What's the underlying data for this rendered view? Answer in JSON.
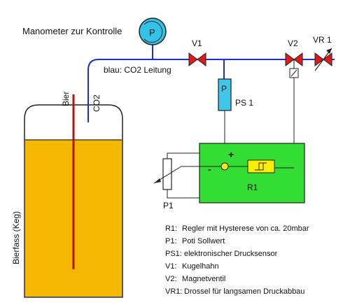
{
  "labels": {
    "manometer": "Manometer zur Kontrolle",
    "manometer_symbol": "P",
    "co2_line": "blau: CO2 Leitung",
    "co2": "CO2",
    "bier": "Bier",
    "keg": "Bierfass (Keg)",
    "v1": "V1",
    "v2": "V2",
    "vr1": "VR 1",
    "sensor_symbol": "P",
    "ps1": "PS 1",
    "plus": "+",
    "minus": "-",
    "r1": "R1",
    "p1": "P1"
  },
  "legend": [
    {
      "key": "R1:",
      "text": "Regler mit Hysterese von ca. 20mbar"
    },
    {
      "key": "P1:",
      "text": "Poti Sollwert"
    },
    {
      "key": "PS1:",
      "text": "elektronischer Drucksensor"
    },
    {
      "key": "V1:",
      "text": "Kugelhahn"
    },
    {
      "key": "V2:",
      "text": "Magnetventil"
    },
    {
      "key": "VR1:",
      "text": "Drossel für langsamen Druckabbau"
    }
  ],
  "colors": {
    "co2_pipe": "#1a2fd6",
    "beer": "#f5b800",
    "beer_line": "#b01414",
    "valve": "#e01818",
    "sensor": "#3fc6e8",
    "manometer": "#32c4e8",
    "controller": "#33dd33",
    "hysteresis_block": "#ffee00",
    "junction": "#ffee00"
  }
}
